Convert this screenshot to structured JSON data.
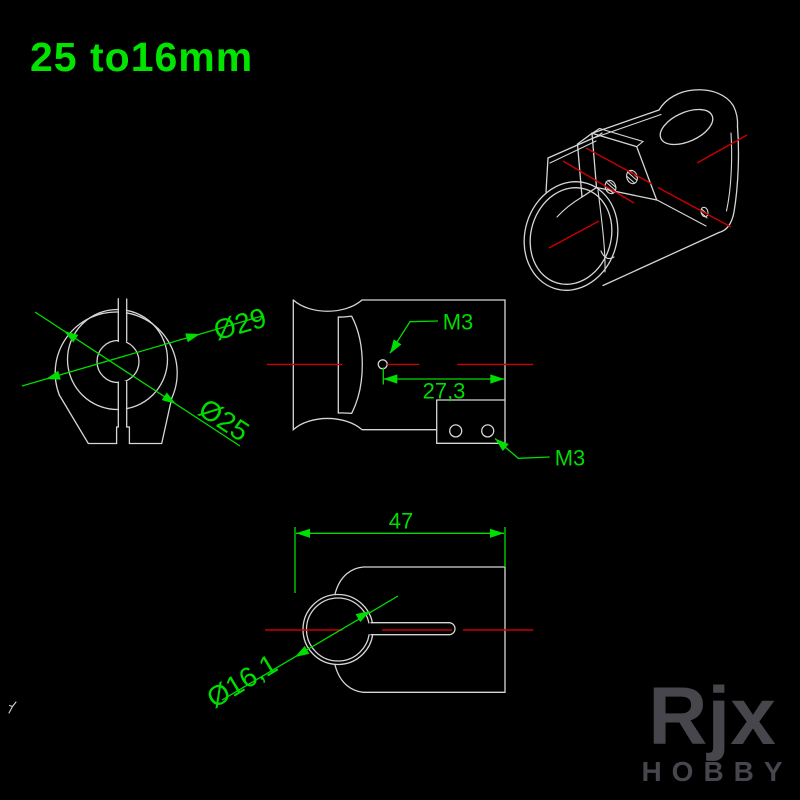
{
  "title": "25 to16mm",
  "views": {
    "front": {
      "outer_diameter": "Ø29",
      "bore_diameter": "Ø25"
    },
    "side": {
      "top_screw": "M3",
      "hole_offset": "27,3",
      "bottom_screw": "M3"
    },
    "bottom": {
      "overall_length": "47",
      "tube_bore": "Ø16,1"
    }
  },
  "logo": {
    "brand": "Rjx",
    "subtitle": "HOBBY"
  },
  "colors": {
    "background": "#000000",
    "outline": "#d6d6d6",
    "dimension_green": "#00dd00",
    "title_green": "#00e400",
    "centerline_red": "#c80000",
    "logo_gray": "#46464c"
  }
}
